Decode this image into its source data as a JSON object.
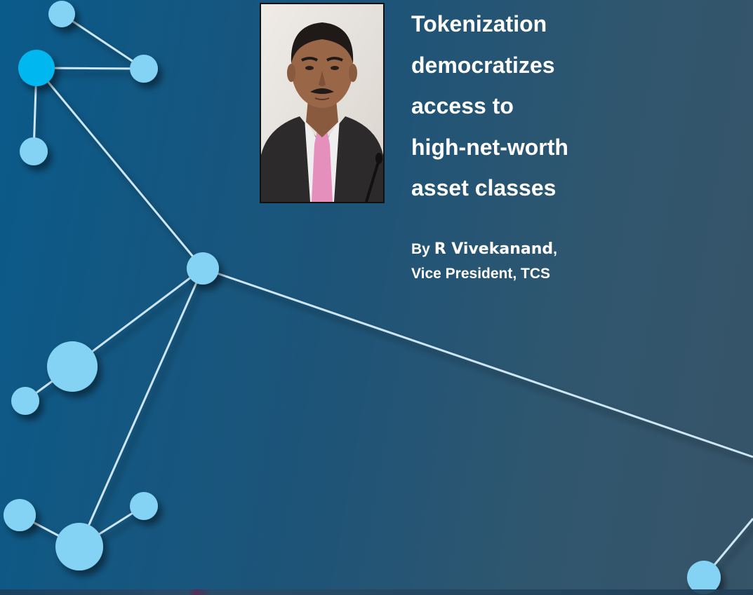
{
  "article": {
    "headline_lines": [
      "Tokenization",
      "democratizes",
      "access to",
      "high-net-worth",
      "asset classes"
    ],
    "byline_prefix": "By ",
    "author_name": "R Vivekanand",
    "author_comma": ",",
    "author_title": "Vice President, TCS"
  },
  "colors": {
    "node": "#84d2f4",
    "node_highlight": "#00b8ef",
    "line": "#cde6f3",
    "text": "#ffffff",
    "tie": "#e58fbd"
  },
  "icons": [
    "author-photo"
  ]
}
